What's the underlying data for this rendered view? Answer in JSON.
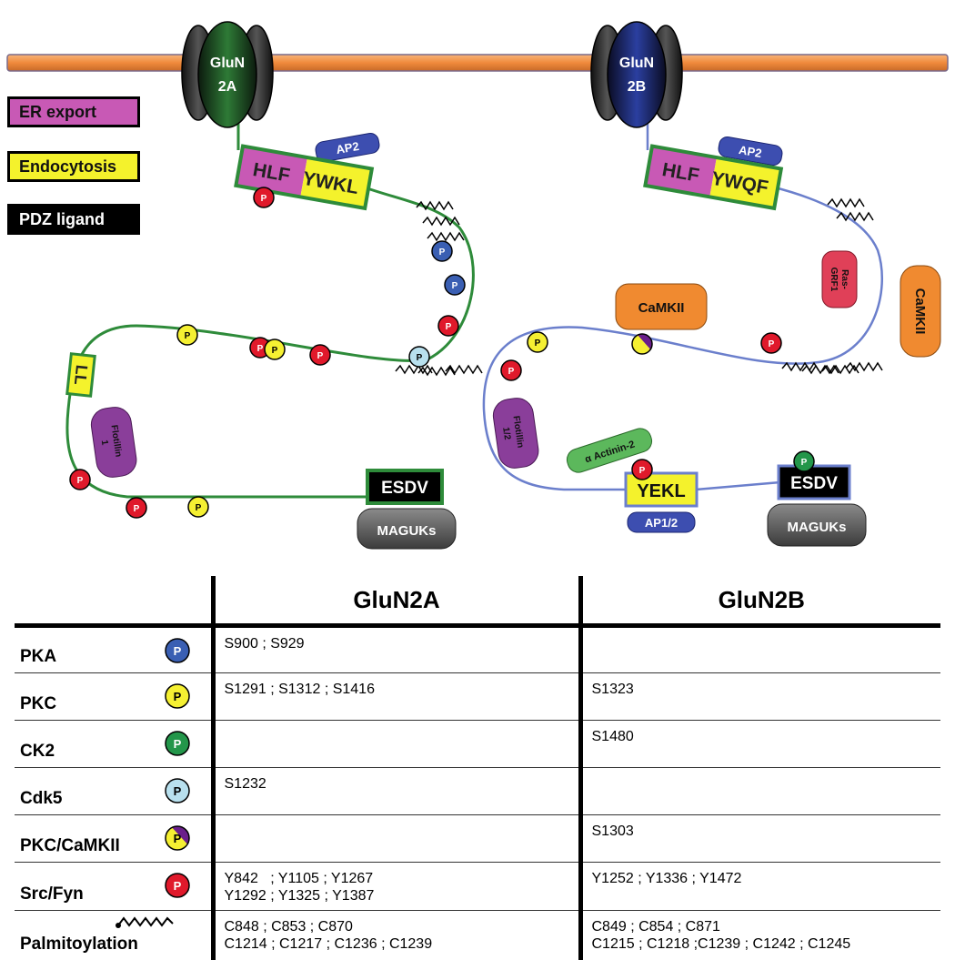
{
  "diagram": {
    "colors": {
      "membrane": "#f08a3c",
      "glun2a_tail": "#2e8b3a",
      "glun2b_tail": "#6b7fcc",
      "er_export": "#c859b5",
      "endocytosis": "#f4f22c",
      "pdz": "#000000",
      "pka": "#3a5fb3",
      "pkc": "#f5f032",
      "ck2": "#23964a",
      "cdk5": "#b8e0ee",
      "camkii_purple": "#6a1f8a",
      "src": "#e0192b",
      "camk_orange": "#f08a30",
      "ras": "#e04058",
      "flotillin": "#8a3e9a",
      "actinin": "#5cb85c",
      "maguk": "#555555",
      "ap": "#3d4eb0"
    },
    "legend": {
      "er_export": "ER export",
      "endocytosis": "Endocytosis",
      "pdz": "PDZ ligand"
    },
    "receptors": {
      "glun2a": {
        "line1": "GluN",
        "line2": "2A"
      },
      "glun2b": {
        "line1": "GluN",
        "line2": "2B"
      }
    },
    "motifs": {
      "glun2a_er_part": "HLF",
      "glun2a_endo_part": "YWKL",
      "glun2b_er_part": "HLF",
      "glun2b_endo_part": "YWQF",
      "glun2a_ll": "LL",
      "glun2b_yekl": "YEKL",
      "glun2a_esdv": "ESDV",
      "glun2b_esdv": "ESDV"
    },
    "proteins": {
      "ap2_a": "AP2",
      "ap2_b": "AP2",
      "ap12": "AP1/2",
      "flotillin1_line1": "Flotillin",
      "flotillin1_line2": "1",
      "flotillin12_line1": "Flotillin",
      "flotillin12_line2": "1/2",
      "actinin": "α Actinin-2",
      "maguk_a": "MAGUKs",
      "maguk_b": "MAGUKs",
      "camkii": "CaMKII",
      "camkii_vertical": "CaMKII",
      "ras_line1": "Ras-",
      "ras_line2": "GRF1"
    },
    "p_label": "P"
  },
  "table": {
    "headers": [
      "",
      "GluN2A",
      "GluN2B"
    ],
    "rows": [
      {
        "kinase": "PKA",
        "icon": "pka",
        "glun2a": "S900 ; S929",
        "glun2b": ""
      },
      {
        "kinase": "PKC",
        "icon": "pkc",
        "glun2a": "S1291 ; S1312 ; S1416",
        "glun2b": "S1323"
      },
      {
        "kinase": "CK2",
        "icon": "ck2",
        "glun2a": "",
        "glun2b": "S1480"
      },
      {
        "kinase": "Cdk5",
        "icon": "cdk5",
        "glun2a": "S1232",
        "glun2b": ""
      },
      {
        "kinase": "PKC/CaMKII",
        "icon": "pkc-camkii",
        "glun2a": "",
        "glun2b": "S1303"
      },
      {
        "kinase": "Src/Fyn",
        "icon": "src",
        "glun2a": "Y842   ; Y1105 ; Y1267\nY1292 ; Y1325 ; Y1387",
        "glun2b": "Y1252 ; Y1336 ; Y1472"
      },
      {
        "kinase": "Palmitoylation",
        "icon": "palmitoylation",
        "glun2a": "C848 ; C853 ; C870\nC1214 ; C1217 ; C1236 ; C1239",
        "glun2b": "C849 ; C854 ; C871\nC1215 ; C1218 ;C1239 ; C1242 ; C1245"
      }
    ]
  }
}
